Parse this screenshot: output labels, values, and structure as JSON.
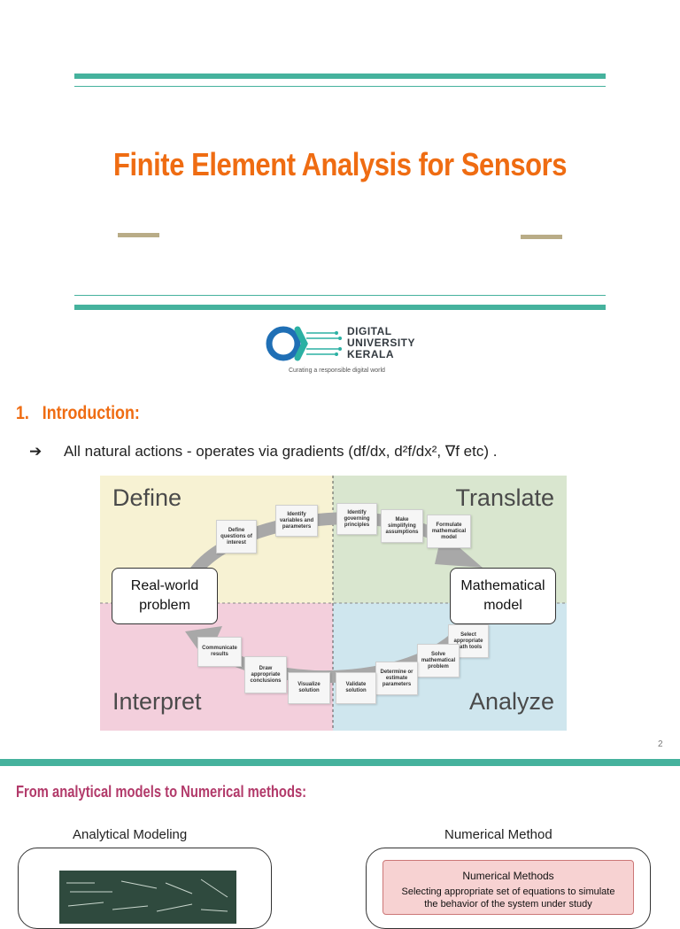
{
  "title": "Finite Element Analysis for Sensors",
  "logo": {
    "line1": "DIGITAL",
    "line2": "UNIVERSITY",
    "line3": "KERALA",
    "tagline": "Curating a responsible digital world"
  },
  "section1": {
    "heading": "1.   Introduction:",
    "bullet_arrow": "➔",
    "bullet_text": "All natural actions - operates via gradients (df/dx, d²f/dx², ∇f etc) ."
  },
  "diagram": {
    "quadrants": {
      "define": "Define",
      "translate": "Translate",
      "interpret": "Interpret",
      "analyze": "Analyze"
    },
    "real_world_line1": "Real-world",
    "real_world_line2": "problem",
    "math_model_line1": "Mathematical",
    "math_model_line2": "model",
    "cards": {
      "define_questions": "Define questions of interest",
      "identify_variables": "Identify variables and parameters",
      "identify_principles": "Identify governing principles",
      "make_assumptions": "Make simplifying assumptions",
      "formulate_model": "Formulate mathematical model",
      "select_tools": "Select appropriate math tools",
      "solve_problem": "Solve mathematical problem",
      "determine_parameters": "Determine or estimate parameters",
      "validate_solution": "Validate solution",
      "visualize_solution": "Visualize solution",
      "draw_conclusions": "Draw appropriate conclusions",
      "communicate_results": "Communicate results"
    },
    "colors": {
      "define": "#f7f2d3",
      "translate": "#d9e6cf",
      "interpret": "#f3cfdc",
      "analyze": "#cfe6ee",
      "arrow": "#a8a8a8"
    }
  },
  "page_number": "2",
  "section2": {
    "heading": "From analytical models to Numerical methods:",
    "col_left": "Analytical Modeling",
    "col_right": "Numerical Method",
    "numerical_box_title": "Numerical Methods",
    "numerical_box_text": "Selecting appropriate set of equations to simulate the behavior of the system under study"
  },
  "brand_colors": {
    "accent": "#45b29d",
    "title": "#ef6c12",
    "subheading": "#b23a6a"
  }
}
